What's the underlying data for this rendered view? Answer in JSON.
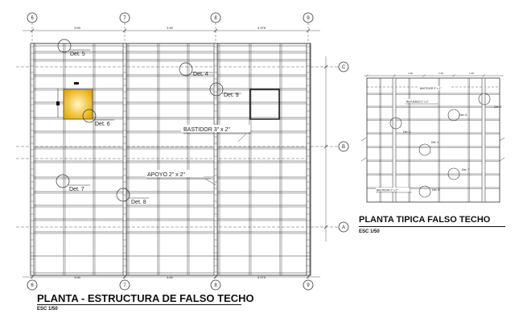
{
  "main_plan": {
    "title": "PLANTA  -  ESTRUCTURA DE FALSO TECHO",
    "scale": "ESC 1/50",
    "grid_columns": [
      "6",
      "7",
      "8",
      "9"
    ],
    "grid_rows": [
      "C",
      "B",
      "A"
    ],
    "dimensions_top": [
      "3.90",
      "3.90",
      "3.975"
    ],
    "dimensions_bottom": [
      "3.90",
      "3.90",
      "3.975"
    ],
    "details": [
      "Det. 5",
      "Det. 4",
      "Det. 9",
      "Det. 6",
      "Det. 7",
      "Det. 8"
    ],
    "labels": {
      "bastidor": "BASTIDOR 3\" x 2\"",
      "apoyo": "APOYO  2\" x 2\""
    }
  },
  "typical_plan": {
    "title": "PLANTA  TIPICA FALSO TECHO",
    "scale": "ESC 1/50",
    "dimensions_top": [
      "1.20",
      "1.20",
      "1.20"
    ],
    "details": [
      "Det. 3",
      "Det. 8",
      "Det. 9",
      "Det. 4",
      "Det. 7",
      "Det. 8"
    ],
    "labels": {
      "bastidor_top": "BASTIDOR 3\" x 2\"",
      "refuerzo": "REFUERZO 2\" x 2\"",
      "bastidor_bottom": "BASTIDOR 2\" x 2\""
    }
  },
  "colors": {
    "lines": "#333333",
    "light_fixture": "#e8a800",
    "background": "#ffffff"
  }
}
